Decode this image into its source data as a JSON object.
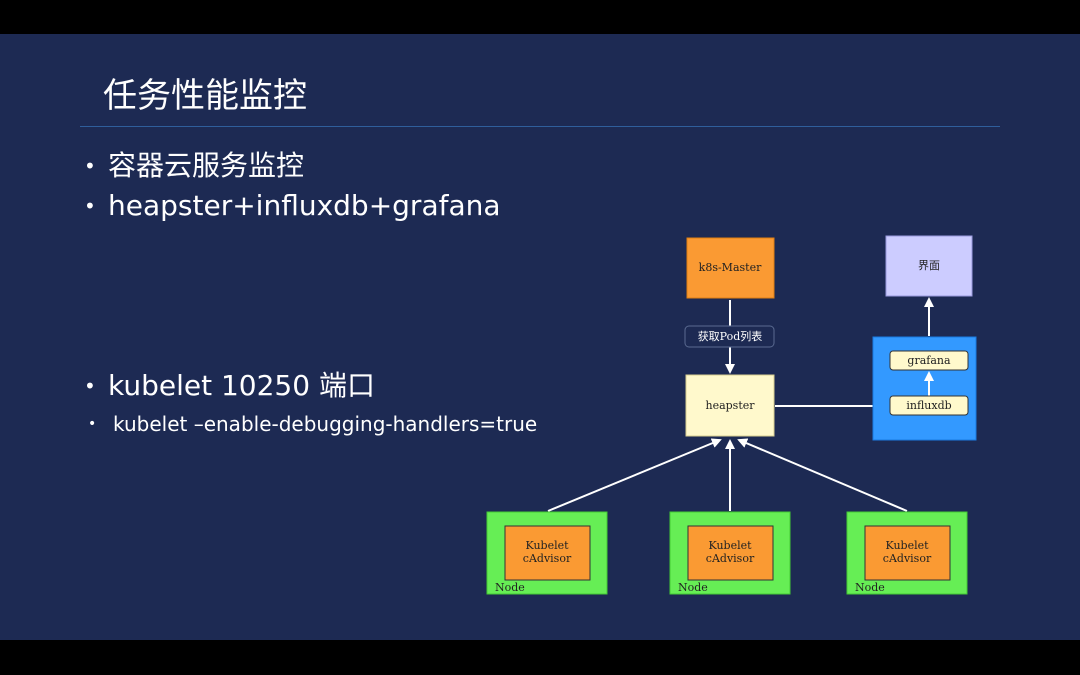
{
  "slide": {
    "title": "任务性能监控",
    "bullets": [
      "容器云服务监控",
      "heapster+influxdb+grafana",
      "kubelet 10250 端口"
    ],
    "sub_bullets": [
      "kubelet –enable-debugging-handlers=true"
    ]
  },
  "diagram": {
    "nodes": {
      "k8s_master": "k8s-Master",
      "get_pods_label": "获取Pod列表",
      "heapster": "heapster",
      "ui": "界面",
      "grafana": "grafana",
      "influxdb": "influxdb"
    },
    "worker_nodes": [
      {
        "kubelet": "Kubelet",
        "cadvisor": "cAdvisor",
        "label": "Node"
      },
      {
        "kubelet": "Kubelet",
        "cadvisor": "cAdvisor",
        "label": "Node"
      },
      {
        "kubelet": "Kubelet",
        "cadvisor": "cAdvisor",
        "label": "Node"
      }
    ],
    "colors": {
      "orange": "#fa9a33",
      "cream": "#fff9cc",
      "lavender": "#ccccff",
      "blue": "#3399ff",
      "green": "#66ee55",
      "arrow": "#ffffff"
    }
  }
}
